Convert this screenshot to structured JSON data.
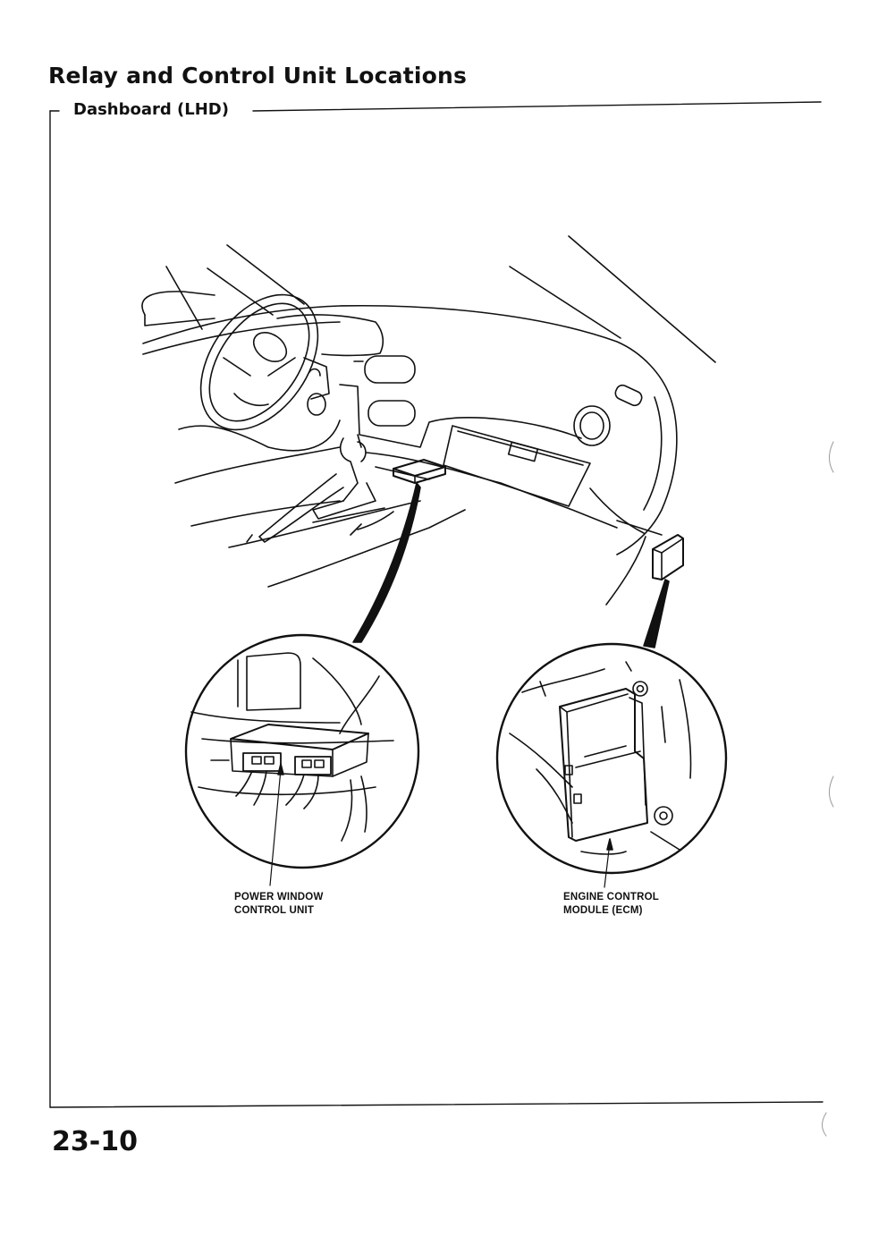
{
  "page": {
    "title": "Relay and Control Unit Locations",
    "section": "Dashboard (LHD)",
    "page_number": "23-10"
  },
  "callouts": {
    "power_window": {
      "line1": "POWER WINDOW",
      "line2": "CONTROL UNIT"
    },
    "ecm": {
      "line1": "ENGINE CONTROL",
      "line2": "MODULE (ECM)"
    }
  }
}
